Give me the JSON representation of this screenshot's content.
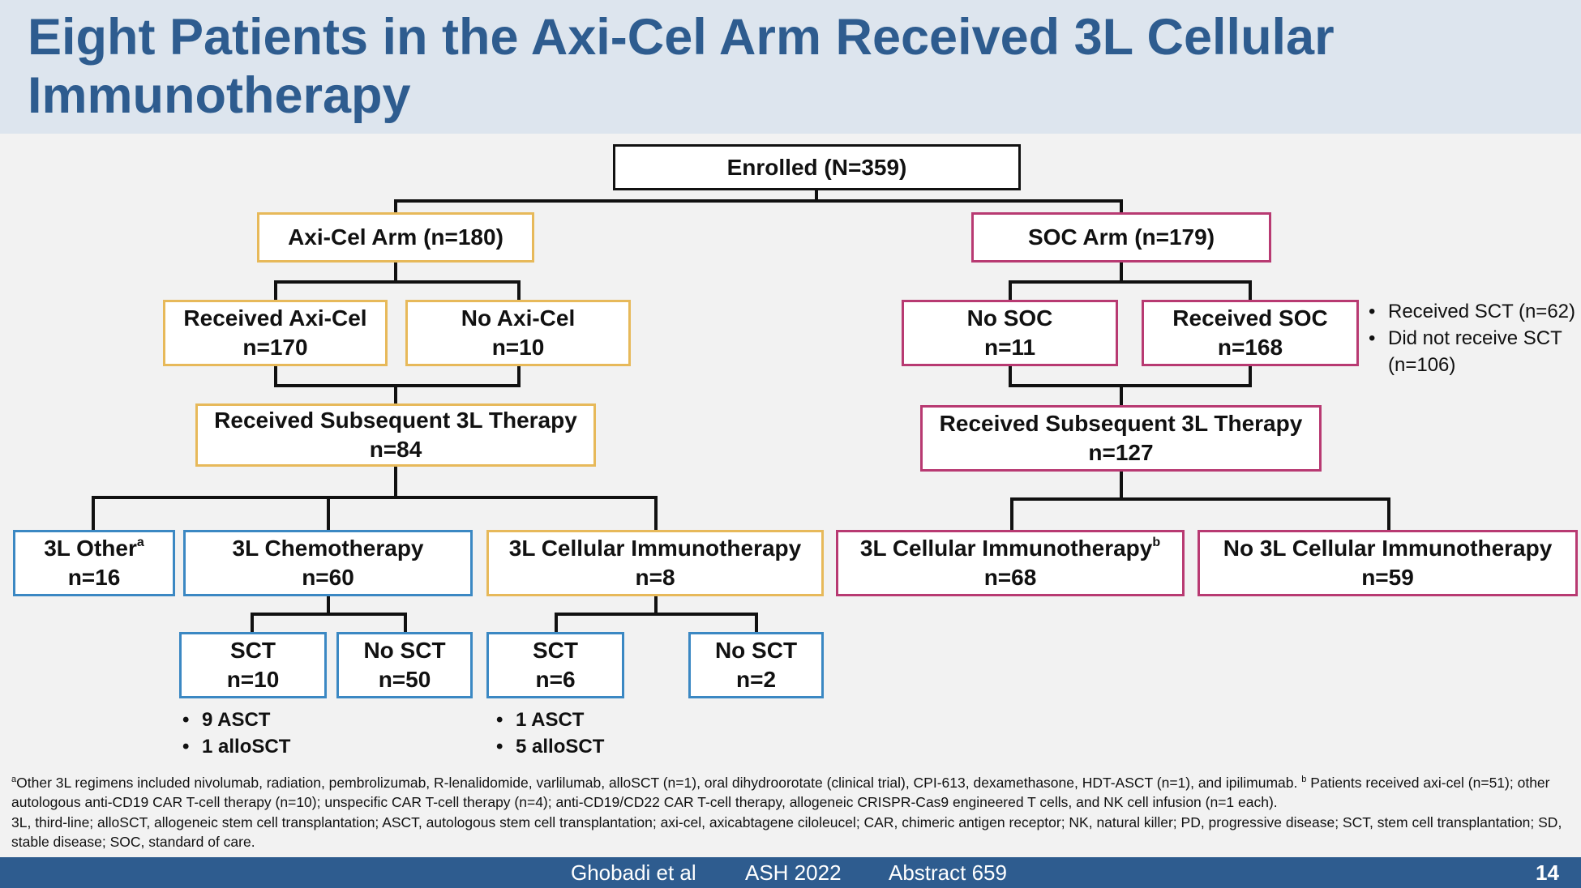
{
  "title": "Eight Patients in the Axi-Cel Arm Received 3L Cellular Immunotherapy",
  "boxes": {
    "enrolled": {
      "l1": "Enrolled (N=359)"
    },
    "axi_arm": {
      "l1": "Axi-Cel Arm (n=180)"
    },
    "soc_arm": {
      "l1": "SOC Arm (n=179)"
    },
    "received_axi": {
      "l1": "Received Axi-Cel",
      "l2": "n=170"
    },
    "no_axi": {
      "l1": "No Axi-Cel",
      "l2": "n=10"
    },
    "no_soc": {
      "l1": "No SOC",
      "l2": "n=11"
    },
    "received_soc": {
      "l1": "Received SOC",
      "l2": "n=168"
    },
    "axi_3l": {
      "l1": "Received Subsequent 3L Therapy",
      "l2": "n=84"
    },
    "soc_3l": {
      "l1": "Received Subsequent 3L Therapy",
      "l2": "n=127"
    },
    "other_3l": {
      "l1": "3L Other",
      "sup": "a",
      "l2": "n=16"
    },
    "chemo_3l": {
      "l1": "3L Chemotherapy",
      "l2": "n=60"
    },
    "cellular_axi": {
      "l1": "3L Cellular Immunotherapy",
      "l2": "n=8"
    },
    "cellular_soc": {
      "l1": "3L Cellular Immunotherapy",
      "sup": "b",
      "l2": "n=68"
    },
    "no_cellular_soc": {
      "l1": "No 3L Cellular Immunotherapy",
      "l2": "n=59"
    },
    "chemo_sct": {
      "l1": "SCT",
      "l2": "n=10"
    },
    "chemo_nosct": {
      "l1": "No SCT",
      "l2": "n=50"
    },
    "cell_sct": {
      "l1": "SCT",
      "l2": "n=6"
    },
    "cell_nosct": {
      "l1": "No SCT",
      "l2": "n=2"
    }
  },
  "notes": {
    "soc_sct": [
      "Received SCT (n=62)",
      "Did not receive SCT (n=106)"
    ],
    "chemo_sct": [
      "9 ASCT",
      "1 alloSCT"
    ],
    "cell_sct": [
      "1 ASCT",
      "5 alloSCT"
    ]
  },
  "footnote": {
    "a_marker": "a",
    "a_text": "Other 3L regimens included nivolumab, radiation, pembrolizumab, R-lenalidomide, varlilumab, alloSCT (n=1), oral dihydroorotate (clinical trial), CPI-613, dexamethasone, HDT-ASCT (n=1), and ipilimumab.",
    "b_marker": "b",
    "b_text": "Patients received axi-cel (n=51); other autologous anti-CD19 CAR T-cell therapy (n=10); unspecific CAR T-cell therapy (n=4); anti-CD19/CD22 CAR T-cell therapy, allogeneic CRISPR-Cas9 engineered T cells, and NK cell infusion (n=1 each).",
    "abbrev": "3L, third-line; alloSCT, allogeneic stem cell transplantation; ASCT, autologous stem cell transplantation; axi-cel, axicabtagene ciloleucel; CAR, chimeric antigen receptor; NK, natural killer; PD, progressive disease; SCT, stem cell transplantation; SD, stable disease; SOC, standard of care."
  },
  "footer": {
    "author": "Ghobadi et al",
    "meeting": "ASH 2022",
    "abstract": "Abstract 659",
    "slide_number": "14"
  },
  "colors": {
    "axi_arm": "#e7b95a",
    "soc_arm": "#b83a72",
    "subgroup": "#3b88c3",
    "title": "#2e5c8f"
  }
}
